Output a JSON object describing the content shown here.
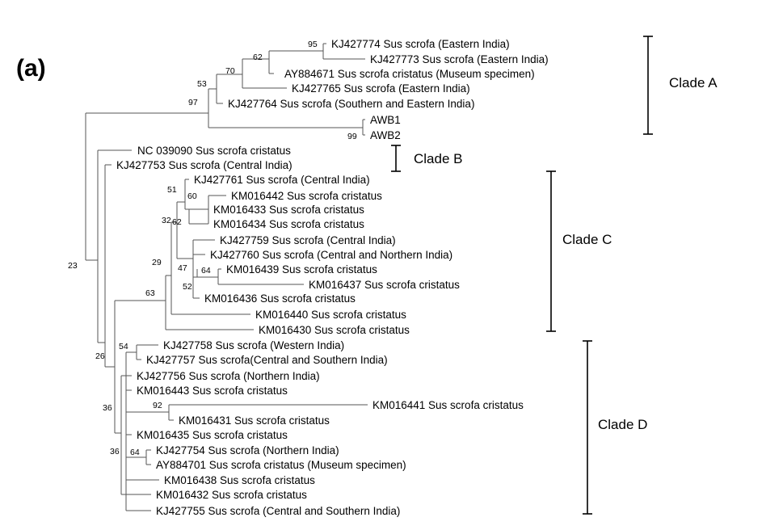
{
  "panel_label": "(a)",
  "leaves": [
    "KJ427774 Sus scrofa (Eastern India)",
    "KJ427773 Sus scrofa (Eastern India)",
    "AY884671 Sus scrofa cristatus (Museum specimen)",
    "KJ427765 Sus scrofa (Eastern India)",
    "KJ427764 Sus scrofa (Southern and Eastern India)",
    "AWB1",
    "AWB2",
    "NC 039090 Sus scrofa cristatus",
    "KJ427753 Sus scrofa (Central India)",
    "KJ427761 Sus scrofa (Central India)",
    "KM016442 Sus scrofa cristatus",
    "KM016433 Sus scrofa cristatus",
    "KM016434 Sus scrofa cristatus",
    "KJ427759 Sus scrofa (Central India)",
    "KJ427760 Sus scrofa (Central and Northern India)",
    "KM016439 Sus scrofa cristatus",
    "KM016437 Sus scrofa cristatus",
    "KM016436 Sus scrofa cristatus",
    "KM016440 Sus scrofa cristatus",
    "KM016430 Sus scrofa cristatus",
    "KJ427758 Sus scrofa (Western India)",
    "KJ427757 Sus scrofa(Central and Southern India)",
    "KJ427756 Sus scrofa (Northern India)",
    "KM016443 Sus scrofa cristatus",
    "KM016441 Sus scrofa cristatus",
    "KM016431 Sus scrofa cristatus",
    "KM016435 Sus scrofa cristatus",
    "KJ427754 Sus scrofa (Northern India)",
    "AY884701 Sus scrofa cristatus (Museum specimen)",
    "KM016438 Sus scrofa cristatus",
    "KM016432 Sus scrofa cristatus",
    "KJ427755 Sus scrofa (Central and Southern India)"
  ],
  "bootstrap": [
    "95",
    "62",
    "70",
    "53",
    "97",
    "99",
    "51",
    "60",
    "32",
    "62",
    "29",
    "47",
    "64",
    "52",
    "63",
    "23",
    "54",
    "26",
    "36",
    "92",
    "36",
    "64"
  ],
  "clades": [
    "Clade A",
    "Clade B",
    "Clade C",
    "Clade D"
  ]
}
